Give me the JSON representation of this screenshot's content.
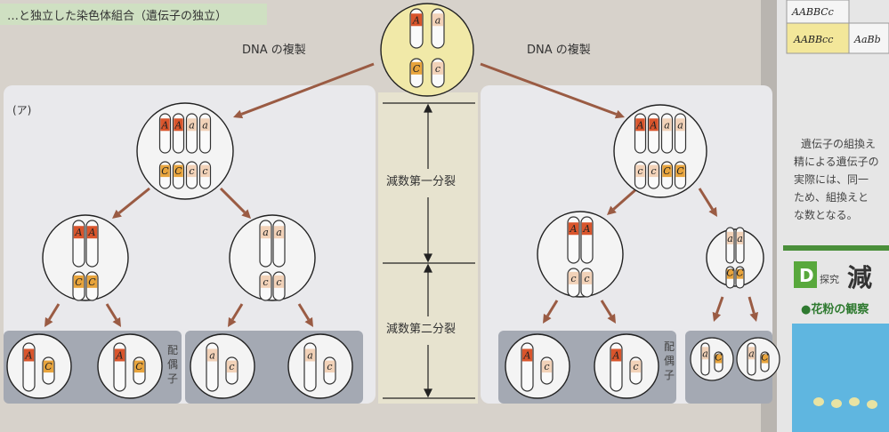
{
  "header": {
    "title": "…と独立した染色体組合（遺伝子の独立）"
  },
  "labels": {
    "dna_replication_left": "DNA の複製",
    "dna_replication_right": "DNA の複製",
    "panel_marker": "(ア)",
    "meiosis_first": "減数第一分裂",
    "meiosis_second": "減数第二分裂",
    "gametes": "配偶子"
  },
  "alleles": {
    "A": "A",
    "a": "a",
    "C": "C",
    "c": "c"
  },
  "colors": {
    "A_allele": "#d9552c",
    "C_allele": "#e8a43c",
    "recessive_band": "#f2d2b8",
    "arrow": "#9a5b43",
    "panel_white": "#e9e9ec",
    "gamete_panel": "#9aa0ac",
    "center_band": "#e7e3cf",
    "top_cell": "#f1e9a8"
  },
  "right_page": {
    "table_cells": [
      "AABBCc",
      "AABBcc",
      "AaBb"
    ],
    "paragraph_lines": [
      "遺伝子の組換え",
      "精による遺伝子の",
      "実際には、同一",
      "ため、組換えと",
      "な数となる。"
    ],
    "section_badge": "D",
    "section_tag": "探究",
    "section_heading": "減",
    "subheading": "●花粉の観察"
  }
}
